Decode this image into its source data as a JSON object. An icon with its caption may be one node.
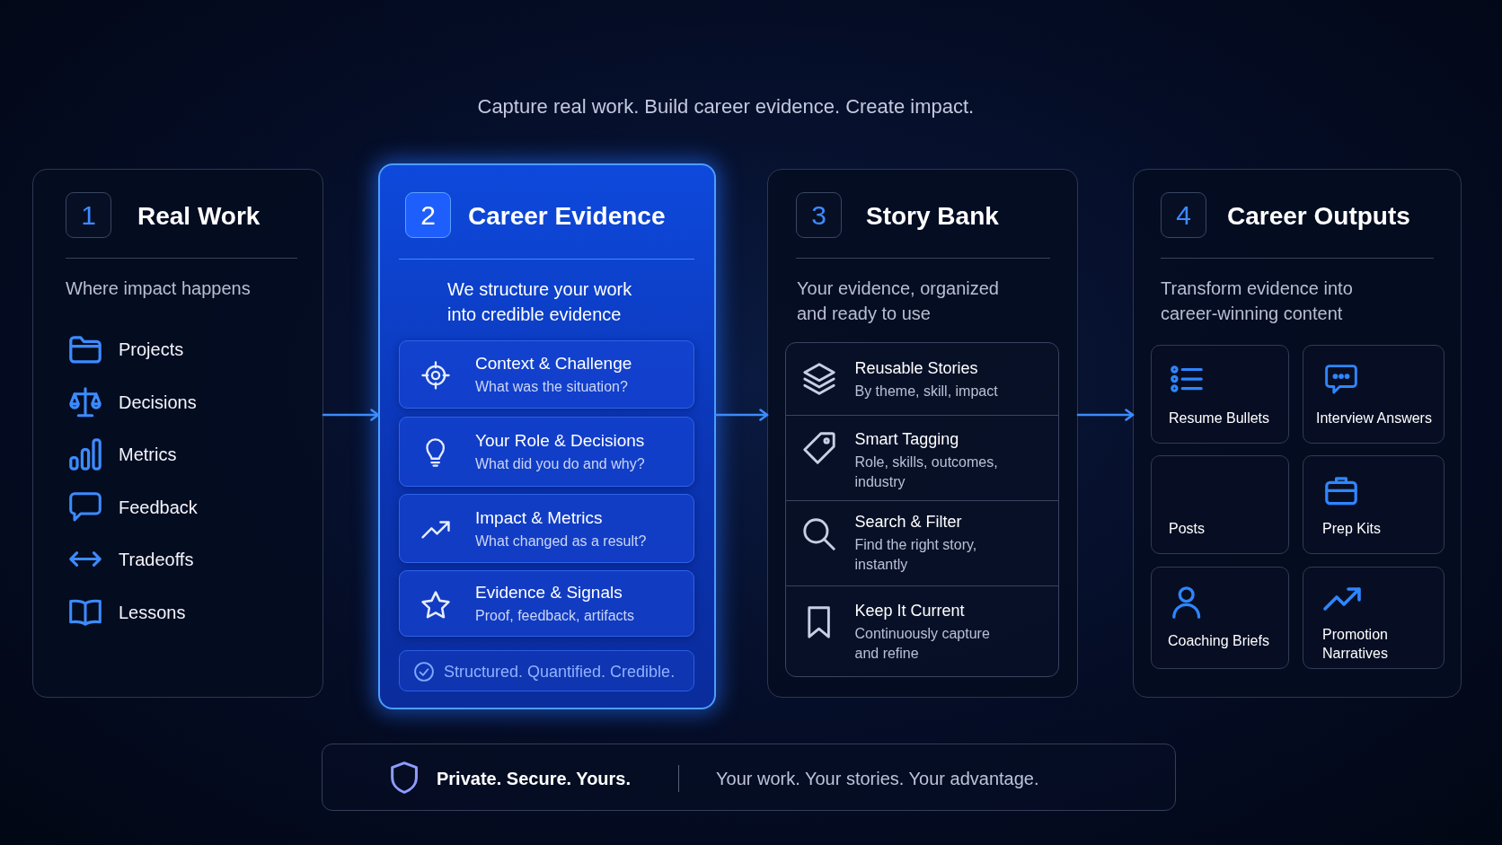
{
  "diagram": {
    "title": "Capture real work. Build career evidence. Create impact.",
    "nodes": [
      {
        "text": [
          "Real Work",
          "Where impact happens",
          "Projects",
          "Decisions",
          "Metrics",
          "Feedback",
          "Tradeoffs",
          "Lessons"
        ]
      },
      {
        "text": [
          "1"
        ],
        "in": 0
      },
      {
        "text": [
          "Career Evidence",
          "We structure your work into credible evidence"
        ]
      },
      {
        "text": [
          "2"
        ],
        "in": 2
      },
      {
        "text": [
          "Context & Challenge",
          "What was the situation?"
        ],
        "in": 2
      },
      {
        "text": [
          "Your Role & Decisions",
          "What did you do and why?"
        ],
        "in": 2
      },
      {
        "text": [
          "Impact & Metrics",
          "What changed as a result?"
        ],
        "in": 2
      },
      {
        "text": [
          "Evidence & Signals",
          "Proof, feedback, artifacts"
        ],
        "in": 2
      },
      {
        "text": [
          "Structured. Quantified. Credible."
        ],
        "in": 2
      },
      {
        "text": [
          "Story Bank",
          "Your evidence, organized and ready to use"
        ]
      },
      {
        "text": [
          "3"
        ],
        "in": 9
      },
      {
        "text": [],
        "shape": "box",
        "in": 9
      },
      {
        "text": [
          "Reusable Stories",
          "By theme, skill, impact"
        ],
        "in": 11
      },
      {
        "text": [
          "Smart Tagging",
          "Role, skills, outcomes, industry"
        ],
        "in": 11
      },
      {
        "text": [
          "Search & Filter",
          "Find the right story, instantly"
        ],
        "in": 11
      },
      {
        "text": [
          "Keep It Current",
          "Continuously capture and refine"
        ],
        "in": 11
      },
      {
        "text": [
          "Career Outputs",
          "Transform evidence into career-winning content"
        ]
      },
      {
        "text": [
          "4"
        ],
        "in": 16
      },
      {
        "text": [
          "Resume Bullets"
        ],
        "in": 16
      },
      {
        "text": [
          "Interview Answers"
        ],
        "in": 16
      },
      {
        "text": [
          "Posts"
        ],
        "in": 16
      },
      {
        "text": [
          "Prep Kits"
        ],
        "in": 16
      },
      {
        "text": [
          "Coaching Briefs"
        ],
        "in": 16
      },
      {
        "text": [
          "Promotion Narratives"
        ],
        "in": 16
      },
      {
        "text": [
          "Private. Secure. Yours.",
          "Your work. Your stories. Your advantage."
        ]
      }
    ],
    "edges": [
      {
        "from": 0,
        "to": 2,
        "arrow": "to"
      },
      {
        "from": 2,
        "to": 9,
        "arrow": "to"
      },
      {
        "from": 9,
        "to": 16,
        "arrow": "to"
      }
    ]
  }
}
